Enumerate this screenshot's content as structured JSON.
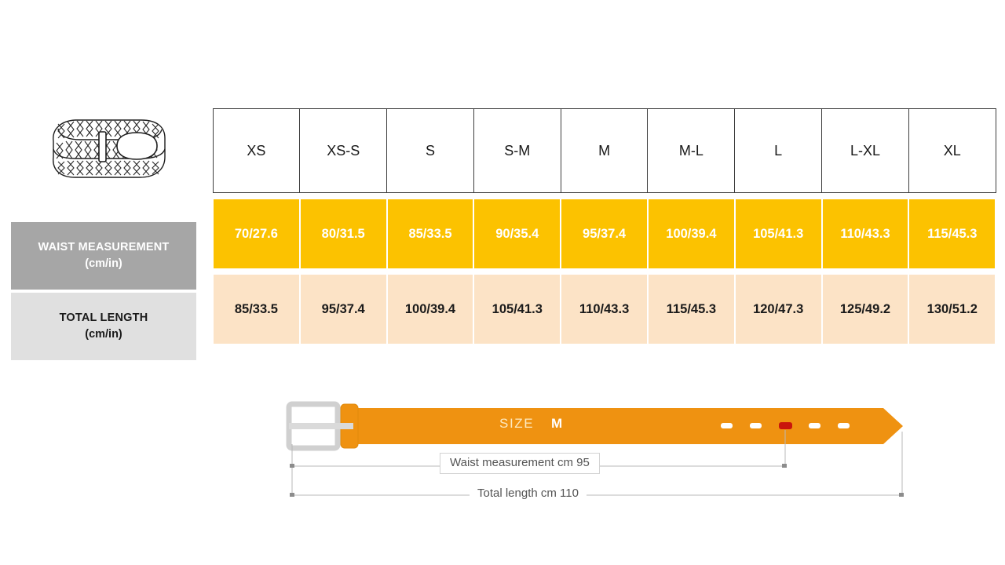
{
  "product": {
    "icon": "braided-belt-icon"
  },
  "table": {
    "sizes": [
      "XS",
      "XS-S",
      "S",
      "S-M",
      "M",
      "M-L",
      "L",
      "L-XL",
      "XL"
    ],
    "rows": [
      {
        "label_main": "WAIST MEASUREMENT",
        "label_sub": "(cm/in)",
        "values": [
          "70/27.6",
          "80/31.5",
          "85/33.5",
          "90/35.4",
          "95/37.4",
          "100/39.4",
          "105/41.3",
          "110/43.3",
          "115/45.3"
        ]
      },
      {
        "label_main": "TOTAL LENGTH",
        "label_sub": "(cm/in)",
        "values": [
          "85/33.5",
          "95/37.4",
          "100/39.4",
          "105/41.3",
          "110/43.3",
          "115/45.3",
          "120/47.3",
          "125/49.2",
          "130/51.2"
        ]
      }
    ]
  },
  "diagram": {
    "size_label": "SIZE",
    "size_value": "M",
    "waist_callout": "Waist measurement cm 95",
    "length_callout": "Total length cm 110",
    "holes_total": 5,
    "active_hole_index": 2
  },
  "colors": {
    "amber": "#fcc200",
    "peach": "#fce3c6",
    "belt_orange": "#ef9211",
    "label_gray_dark": "#a6a6a6",
    "label_gray_light": "#e0e0e0",
    "active_hole_red": "#c9160c",
    "buckle_silver": "#dadada"
  }
}
